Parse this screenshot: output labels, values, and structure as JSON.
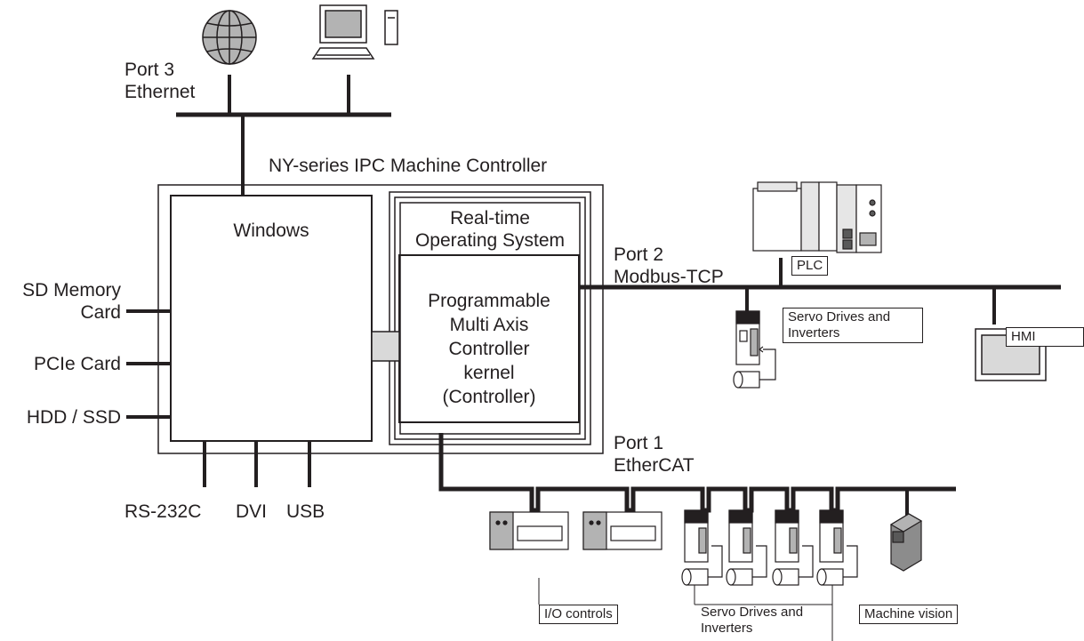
{
  "title": "NY-series IPC Machine Controller",
  "windows": {
    "label": "Windows"
  },
  "rtos": {
    "line1": "Real-time",
    "line2": "Operating System"
  },
  "kernel": {
    "line1": "Programmable",
    "line2": "Multi Axis",
    "line3": "Controller",
    "line4": "kernel",
    "line5": "(Controller)"
  },
  "ports": {
    "port3": {
      "line1": "Port 3",
      "line2": "Ethernet"
    },
    "port2": {
      "line1": "Port 2",
      "line2": "Modbus-TCP"
    },
    "port1": {
      "line1": "Port 1",
      "line2": "EtherCAT"
    }
  },
  "left_interfaces": [
    {
      "line1": "SD Memory",
      "line2": "Card"
    },
    {
      "line1": "PCIe Card"
    },
    {
      "line1": "HDD / SSD"
    }
  ],
  "bottom_interfaces": [
    "RS-232C",
    "DVI",
    "USB"
  ],
  "devices": {
    "plc": "PLC",
    "servo_port2": {
      "line1": "Servo Drives and",
      "line2": "Inverters"
    },
    "hmi": "HMI",
    "io": "I/O controls",
    "servo_port1": {
      "line1": "Servo Drives and",
      "line2": "Inverters"
    },
    "vision": "Machine vision"
  },
  "icons": [
    "globe-icon",
    "computer-icon",
    "plc-icon",
    "servo-drive-icon",
    "servo-motor-icon",
    "hmi-panel-icon",
    "io-unit-icon",
    "vision-camera-icon"
  ]
}
